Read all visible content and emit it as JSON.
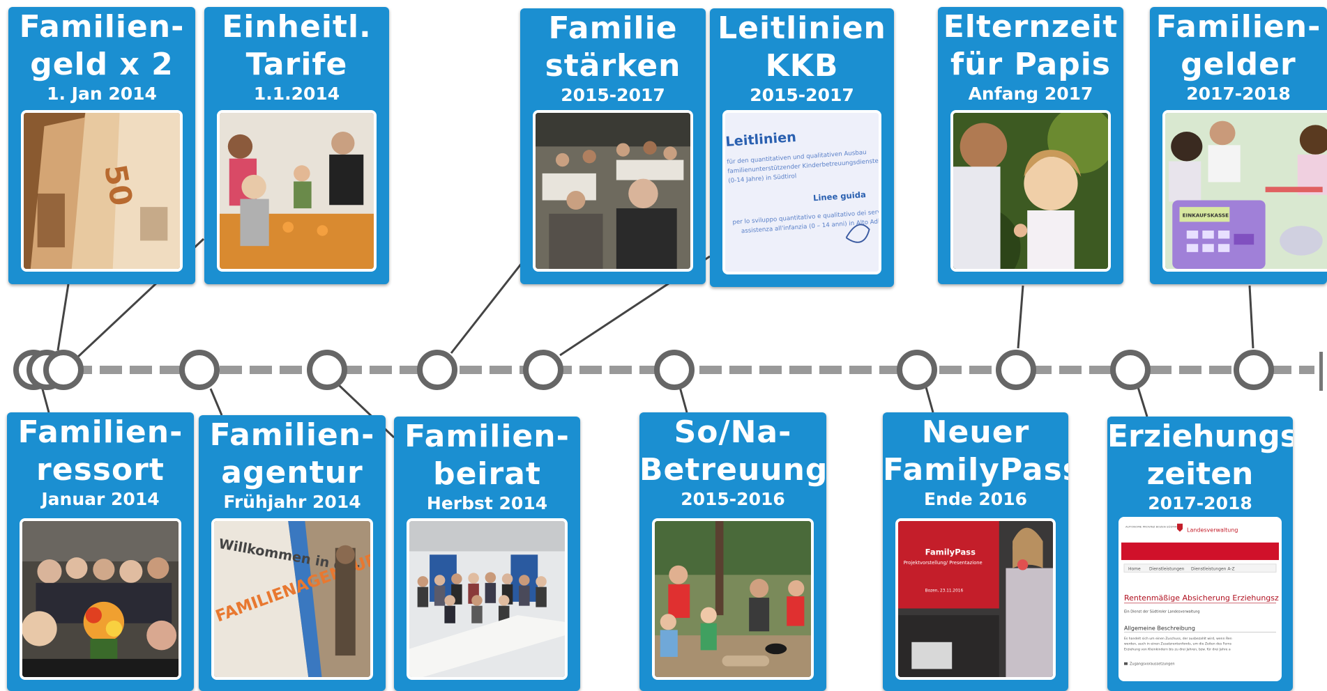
{
  "colors": {
    "card": "#1b8fd1",
    "text": "#ffffff",
    "timeline": "#999999",
    "node_border": "#666666",
    "connector": "#444444"
  },
  "cards": [
    {
      "id": "familiengeld-x2",
      "title": "Familien-\ngeld x 2",
      "date": "1. Jan 2014",
      "photo": "euro banknotes"
    },
    {
      "id": "einheitl-tarife",
      "title": "Einheitl.\nTarife",
      "date": "1.1.2014",
      "photo": "children at daycare table"
    },
    {
      "id": "familie-staerken",
      "title": "Familie\nstärken",
      "date": "2015-2017",
      "photo": "audience at a workshop"
    },
    {
      "id": "leitlinien-kkb",
      "title": "Leitlinien\nKKB",
      "date": "2015-2017",
      "photo": "document cover"
    },
    {
      "id": "elternzeit-papis",
      "title": "Elternzeit\nfür Papis",
      "date": "Anfang 2017",
      "photo": "father with child"
    },
    {
      "id": "familiengelder",
      "title": "Familien-\ngelder",
      "date": "2017-2018",
      "photo": "family playing with toy cash register"
    },
    {
      "id": "familienressort",
      "title": "Familien-\nressort",
      "date": "Januar 2014",
      "photo": "group selfie with flowers"
    },
    {
      "id": "familienagentur",
      "title": "Familien-\nagentur",
      "date": "Frühjahr 2014",
      "photo": "agency sign"
    },
    {
      "id": "familienbeirat",
      "title": "Familien-\nbeirat",
      "date": "Herbst 2014",
      "photo": "group photo in meeting room"
    },
    {
      "id": "so-na-betreuung",
      "title": "So/Na-\nBetreuung",
      "date": "2015-2016",
      "photo": "children in the woods"
    },
    {
      "id": "neuer-familypass",
      "title": "Neuer\nFamilyPass",
      "date": "Ende 2016",
      "photo": "FamilyPass presentation"
    },
    {
      "id": "erziehungszeiten",
      "title": "Erziehungs\nzeiten",
      "date": "2017-2018",
      "photo": "administration web page"
    }
  ],
  "photo_text": {
    "leitlinien": {
      "heading": "Leitlinien",
      "sub": "für den quantitativen und qualitativen Ausbau familienunterstützender Kinderbetreuungsdienste (0-14 Jahre) in Südtirol",
      "heading_it": "Linee guida",
      "sub_it": "per lo sviluppo quantitativo e qualitativo dei servizi di assistenza all'infanzia (0 – 14 anni) in Alto Adige"
    },
    "familypass": {
      "heading": "FamilyPass",
      "sub": "Projektvorstellung/ Presentazione",
      "date": "Bozen, 23.11.2016"
    },
    "familienagentur": {
      "sign": "Willkommen in der",
      "big": "FAMILIENAGENTUR"
    },
    "familiengelder": {
      "toy_label": "EINKAUFSKASSE"
    },
    "euro": {
      "value": "50"
    },
    "erziehungszeiten": {
      "header_small": "AUTONOME PROVINZ BOZEN SÜDTIROL",
      "brand": "Landesverwaltung",
      "nav1": "Home",
      "nav2": "Dienstleistungen",
      "nav3": "Dienstleistungen A-Z",
      "heading": "Rentenmäßige Absicherung Erziehungszei",
      "line1": "Ein Dienst der Südtiroler Landesverwaltung",
      "section": "Allgemeine Beschreibung",
      "body": "Es handelt sich um einen Zuschuss, der ausbezahlt wird, wenn Ren werden, auch in einen Zusatzrentenfonds, um die Zeiten des Ferns Erziehung von Kleinkindern bis zu drei Jahren, bzw. für drei Jahre a",
      "footer": "Zugangsvoraussetzungen"
    }
  }
}
